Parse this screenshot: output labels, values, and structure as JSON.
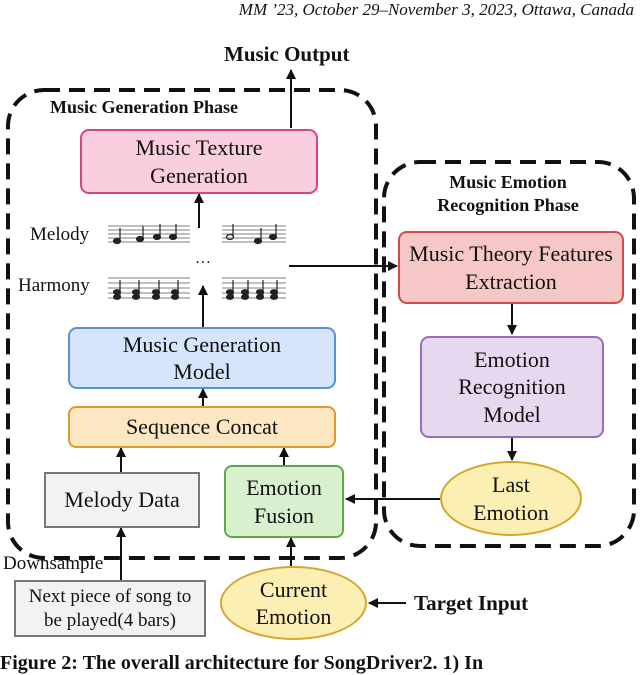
{
  "header": {
    "venue": "MM ’23, October 29–November 3, 2023, Ottawa, Canada"
  },
  "labels": {
    "music_output": "Music Output",
    "target_input": "Target Input",
    "downsample": "Downsample",
    "melody": "Melody",
    "harmony": "Harmony",
    "ellipsis": "…"
  },
  "phases": {
    "generation": "Music Generation Phase",
    "emotion_recognition": "Music Emotion Recognition Phase"
  },
  "boxes": {
    "texture": "Music Texture Generation",
    "generation_model": "Music Generation Model",
    "sequence_concat": "Sequence Concat",
    "melody_data": "Melody Data",
    "emotion_fusion": "Emotion Fusion",
    "next_piece": "Next piece of song to be played(4 bars)",
    "current_emotion": "Current Emotion",
    "theory_features": "Music Theory Features Extraction",
    "emotion_model": "Emotion Recognition Model",
    "last_emotion": "Last Emotion"
  },
  "caption": "Figure 2: The overall architecture for SongDriver2. 1) In",
  "colors": {
    "texture_fill": "#f9cfe0",
    "texture_border": "#d9467f",
    "model_fill": "#d5e5fb",
    "model_border": "#5b8fd6",
    "concat_fill": "#fde7c3",
    "concat_border": "#e09a2a",
    "fusion_fill": "#d9f0cf",
    "fusion_border": "#5fa84a",
    "gray_fill": "#f2f2f2",
    "gray_border": "#777777",
    "ellipse_fill": "#fcefb4",
    "ellipse_border": "#d4a72c",
    "theory_fill": "#f6c7c7",
    "theory_border": "#d14b4b",
    "recog_fill": "#e6d8ef",
    "recog_border": "#9a6db5"
  }
}
